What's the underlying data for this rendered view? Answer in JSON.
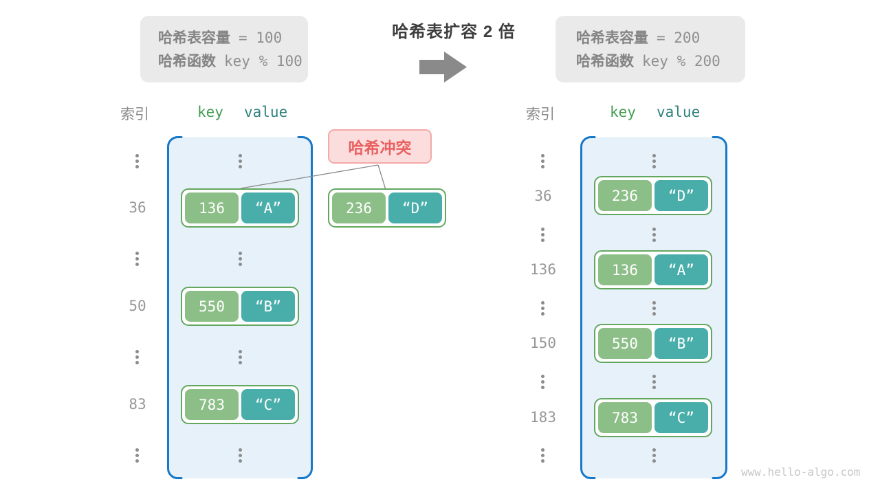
{
  "title": "哈希表扩容 2 倍",
  "info_left": {
    "capacity_label": "哈希表容量",
    "capacity_value": "= 100",
    "hash_label": "哈希函数",
    "hash_value": "key % 100"
  },
  "info_right": {
    "capacity_label": "哈希表容量",
    "capacity_value": "= 200",
    "hash_label": "哈希函数",
    "hash_value": "key % 200"
  },
  "collision": {
    "label": "哈希冲突",
    "pair": {
      "key": "236",
      "value": "“D”"
    }
  },
  "left_table": {
    "headers": {
      "index": "索引",
      "key": "key",
      "value": "value"
    },
    "rows": [
      {
        "type": "dots"
      },
      {
        "type": "pair",
        "index": "36",
        "key": "136",
        "value": "“A”"
      },
      {
        "type": "dots"
      },
      {
        "type": "pair",
        "index": "50",
        "key": "550",
        "value": "“B”"
      },
      {
        "type": "dots"
      },
      {
        "type": "pair",
        "index": "83",
        "key": "783",
        "value": "“C”"
      },
      {
        "type": "dots"
      }
    ]
  },
  "right_table": {
    "headers": {
      "index": "索引",
      "key": "key",
      "value": "value"
    },
    "rows": [
      {
        "type": "dots"
      },
      {
        "type": "pair",
        "index": "36",
        "key": "236",
        "value": "“D”"
      },
      {
        "type": "dots"
      },
      {
        "type": "pair",
        "index": "136",
        "key": "136",
        "value": "“A”"
      },
      {
        "type": "dots"
      },
      {
        "type": "pair",
        "index": "150",
        "key": "550",
        "value": "“B”"
      },
      {
        "type": "dots"
      },
      {
        "type": "pair",
        "index": "183",
        "key": "783",
        "value": "“C”"
      },
      {
        "type": "dots"
      }
    ]
  },
  "watermark": "www.hello-algo.com",
  "colors": {
    "container_border": "#1778C8",
    "container_fill": "#E7F1FA",
    "pair_border": "#63A75F",
    "key_bg": "#8CBE87",
    "value_bg": "#49AEAA",
    "collision_bg": "#FBDDDD",
    "collision_border": "#F5A8A8",
    "collision_text": "#E96060",
    "arrow_gray": "#8A8A8A",
    "info_box_bg": "#EAEAEA"
  }
}
